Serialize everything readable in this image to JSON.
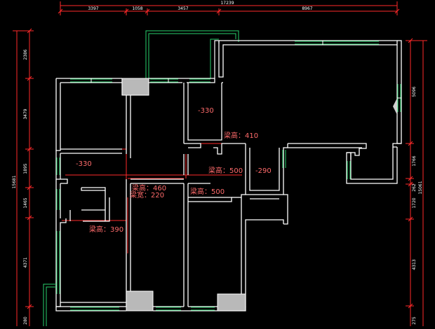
{
  "colors": {
    "background": "#000000",
    "wall": "#ffffff",
    "dimension": "#ff2a2a",
    "dimension_text": "#ffffff",
    "window": "#29d16b",
    "annotation": "#ff6b6b",
    "column_fill": "#b9b9b9"
  },
  "dimensions": {
    "top_total": "17239",
    "top_segments": [
      "3397",
      "1058",
      "3457",
      "8967"
    ],
    "left_total": "15681",
    "left_segments": [
      "2386",
      "3479",
      "1895",
      "1465",
      "4371",
      "280"
    ],
    "right_total": "15061",
    "right_segments": [
      "5096",
      "1766",
      "262",
      "1720",
      "4313",
      "275"
    ]
  },
  "annotations": [
    "-330",
    "梁高：410",
    "-330",
    "梁高：500",
    "-290",
    "梁高：460",
    "梁宽：220",
    "梁高：500",
    "梁高：390"
  ]
}
